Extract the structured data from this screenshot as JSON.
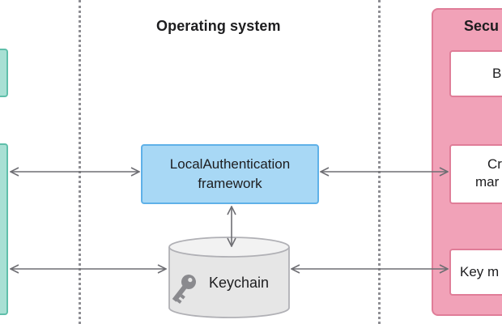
{
  "columns": {
    "operating_system": {
      "title": "Operating system"
    },
    "secure_enclave": {
      "title": "Secu"
    }
  },
  "nodes": {
    "local_authentication": {
      "line1": "LocalAuthentication",
      "line2": "framework"
    },
    "keychain": {
      "label": "Keychain",
      "icon": "key-icon"
    },
    "secure_enclave_items": [
      {
        "text": "B"
      },
      {
        "line1": "Cr",
        "line2": "mar"
      },
      {
        "text": "Key m"
      }
    ]
  },
  "colors": {
    "app_fill": "#a8e0d4",
    "framework_fill": "#a8d8f5",
    "secure_enclave_fill": "#f1a2b8",
    "keychain_fill": "#e6e6e6",
    "arrow": "#6e6e73"
  }
}
